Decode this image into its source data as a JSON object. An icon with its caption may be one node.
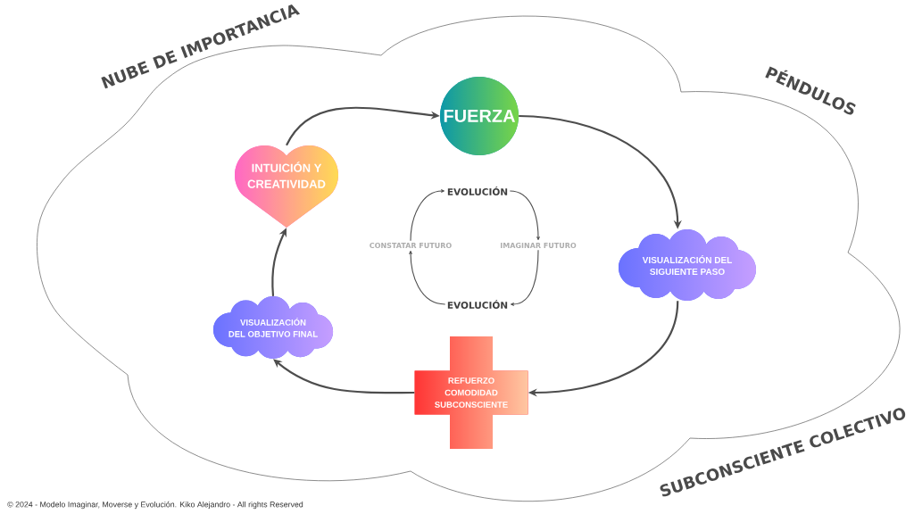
{
  "diagram": {
    "nodes": [
      {
        "text": [
          "NUBE DE IMPORTANCIA",
          "PÉNDULOS",
          "SUBCONSCIENTE COLECTIVO"
        ]
      },
      {
        "text": [
          "FUERZA"
        ],
        "in": 0
      },
      {
        "text": [
          "INTUICIÓN Y CREATIVIDAD"
        ],
        "in": 0
      },
      {
        "text": [
          "EVOLUCIÓN"
        ],
        "in": 0
      },
      {
        "text": [
          "CONSTATAR FUTURO"
        ],
        "in": 0
      },
      {
        "text": [
          "IMAGINAR FUTURO"
        ],
        "in": 0
      },
      {
        "text": [
          "VISUALIZACIÓN DEL SIGUIENTE PASO"
        ],
        "in": 0
      },
      {
        "text": [
          "EVOLUCIÓN"
        ],
        "in": 0
      },
      {
        "text": [
          "VISUALIZACIÓN DEL OBJETIVO FINAL"
        ],
        "in": 0
      },
      {
        "text": [
          "REFUERZO COMODIDAD SUBCONSCIENTE"
        ],
        "in": 0
      }
    ],
    "edges": [
      {
        "from": 2,
        "to": 1,
        "arrow": "to"
      },
      {
        "from": 1,
        "to": 6,
        "arrow": "to"
      },
      {
        "from": 6,
        "to": 9,
        "arrow": "to"
      },
      {
        "from": 9,
        "to": 8,
        "arrow": "to"
      },
      {
        "from": 8,
        "to": 2,
        "arrow": "to"
      },
      {
        "from": 3,
        "to": 5,
        "arrow": "to"
      },
      {
        "from": 5,
        "to": 7,
        "arrow": "to"
      },
      {
        "from": 7,
        "to": 4,
        "arrow": "to"
      },
      {
        "from": 4,
        "to": 3,
        "arrow": "to"
      }
    ],
    "labels": [
      "© 2024 - Modelo Imaginar, Moverse y Evolución. Kiko Alejandro - All rights Reserved"
    ]
  }
}
